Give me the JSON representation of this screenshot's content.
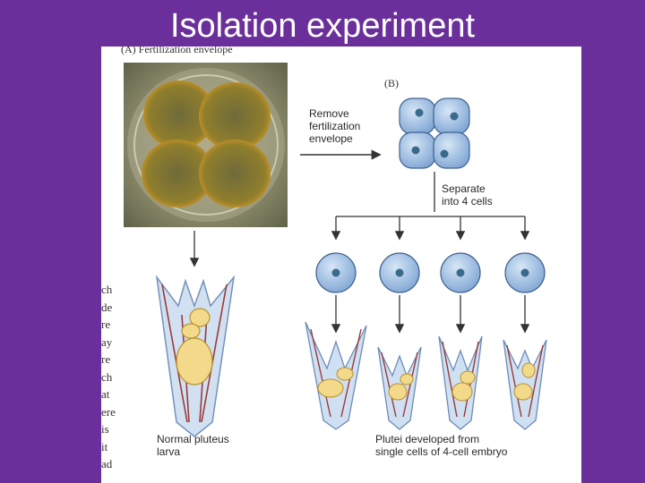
{
  "slide": {
    "title": "Isolation experiment",
    "background_color": "#6a2f9a"
  },
  "figure": {
    "panel_a_caption": "(A) Fertilization envelope",
    "panel_b_caption": "(B)",
    "remove_label_lines": [
      "Remove",
      "fertilization",
      "envelope"
    ],
    "separate_label_lines": [
      "Separate",
      "into 4 cells"
    ],
    "normal_label_lines": [
      "Normal pluteus",
      "larva"
    ],
    "plutei_label_lines": [
      "Plutei developed from",
      "single cells of 4-cell embryo"
    ],
    "left_text_fragments": [
      "ch",
      "de",
      "re",
      "ay",
      "",
      "re",
      "ch",
      "at",
      "ere",
      "is",
      "it",
      "ad"
    ]
  }
}
